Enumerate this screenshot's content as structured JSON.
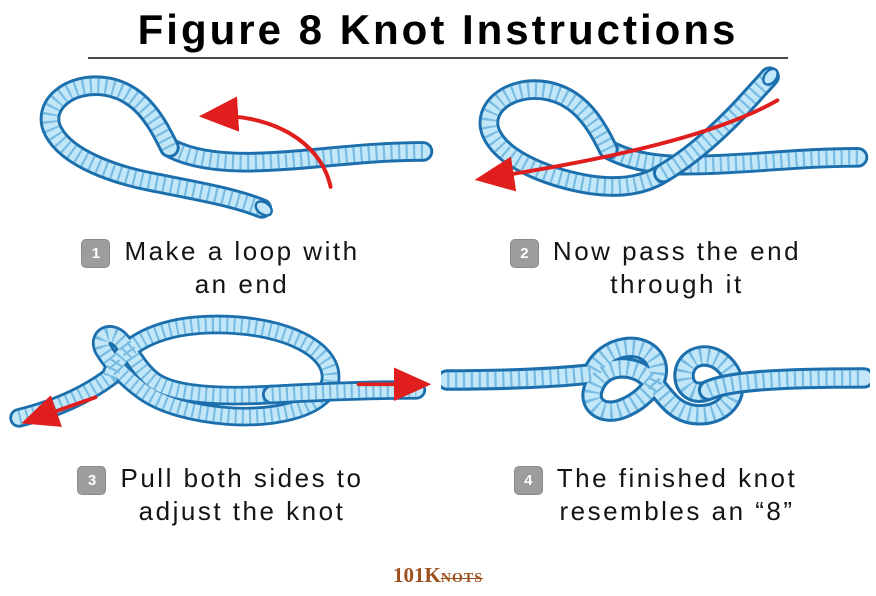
{
  "page": {
    "title": "Figure 8 Knot Instructions"
  },
  "steps": [
    {
      "number": "1",
      "caption_line1": "Make a loop with",
      "caption_line2": "an end"
    },
    {
      "number": "2",
      "caption_line1": "Now pass the end",
      "caption_line2": "through it"
    },
    {
      "number": "3",
      "caption_line1": "Pull both sides to",
      "caption_line2": "adjust the knot"
    },
    {
      "number": "4",
      "caption_line1": "The finished knot",
      "caption_line2": "resembles an “8”"
    }
  ],
  "logo": {
    "prefix": "101K",
    "suffix": "NOTS"
  },
  "icons": [
    "curved-arrow-over-loop-icon",
    "diagonal-arrow-through-loop-icon",
    "pull-left-arrow-icon",
    "pull-right-arrow-icon"
  ],
  "colors": {
    "rope_body": "#c2e7f8",
    "rope_outline": "#1c6fad",
    "rope_texture": "#58a8d8",
    "arrow": "#e01e1e",
    "badge": "#9d9d9d",
    "title_underline": "#4a4a4a",
    "logo": "#9c4f1c",
    "background": "#ffffff"
  }
}
